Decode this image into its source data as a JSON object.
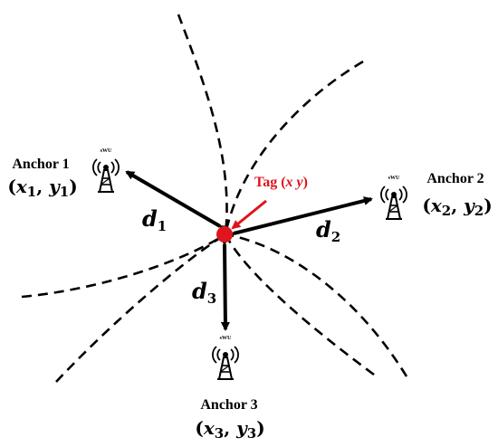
{
  "anchors": [
    {
      "name": "Anchor 1",
      "coord_html": "(<tspan font-style='italic'>x</tspan><tspan font-size='15' dy='4'>1</tspan><tspan dy='-4'>, </tspan><tspan font-style='italic'>y</tspan><tspan font-size='15' dy='4'>1</tspan><tspan dy='-4'>)</tspan>",
      "icon_text": "sWU"
    },
    {
      "name": "Anchor 2",
      "coord_html": "(<tspan font-style='italic'>x</tspan><tspan font-size='15' dy='4'>2</tspan><tspan dy='-4'>, </tspan><tspan font-style='italic'>y</tspan><tspan font-size='15' dy='4'>2</tspan><tspan dy='-4'>)</tspan>",
      "icon_text": "sWU"
    },
    {
      "name": "Anchor 3",
      "coord_html": "(<tspan font-style='italic'>x</tspan><tspan font-size='15' dy='4'>3</tspan><tspan dy='-4'>, </tspan><tspan font-style='italic'>y</tspan><tspan font-size='15' dy='4'>3</tspan><tspan dy='-4'>)</tspan>",
      "icon_text": "sWU"
    }
  ],
  "tag": {
    "label_prefix": "Tag (",
    "label_x": "x",
    "label_sep": " ",
    "label_y": "y",
    "label_suffix": ")",
    "color": "#e0141c"
  },
  "distances": [
    {
      "letter": "d",
      "sub": "1"
    },
    {
      "letter": "d",
      "sub": "2"
    },
    {
      "letter": "d",
      "sub": "3"
    }
  ],
  "colors": {
    "tag": "#e0141c",
    "line": "#000000"
  }
}
